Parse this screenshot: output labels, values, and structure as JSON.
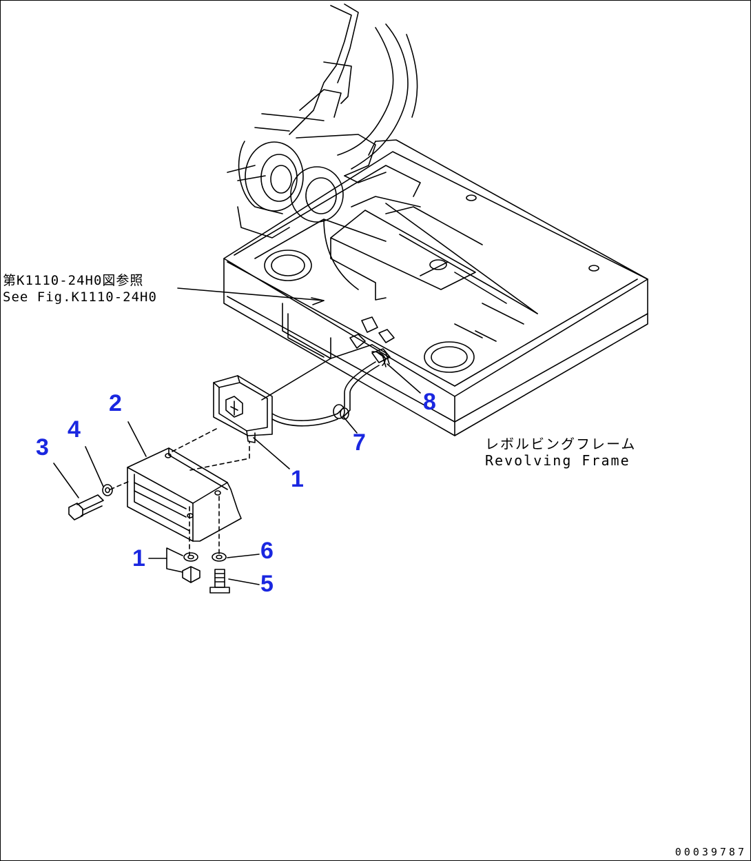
{
  "reference_note": {
    "line_jp": "第K1110-24H0図参照",
    "line_en": "See Fig.K1110-24H0"
  },
  "frame_label": {
    "jp": "レボルビングフレーム",
    "en": "Revolving Frame"
  },
  "callouts": [
    "1",
    "2",
    "3",
    "4",
    "1",
    "6",
    "5",
    "7",
    "8"
  ],
  "drawing_number": "00039787",
  "colors": {
    "callout": "#1a27e0",
    "line": "#000000",
    "background": "#ffffff"
  }
}
